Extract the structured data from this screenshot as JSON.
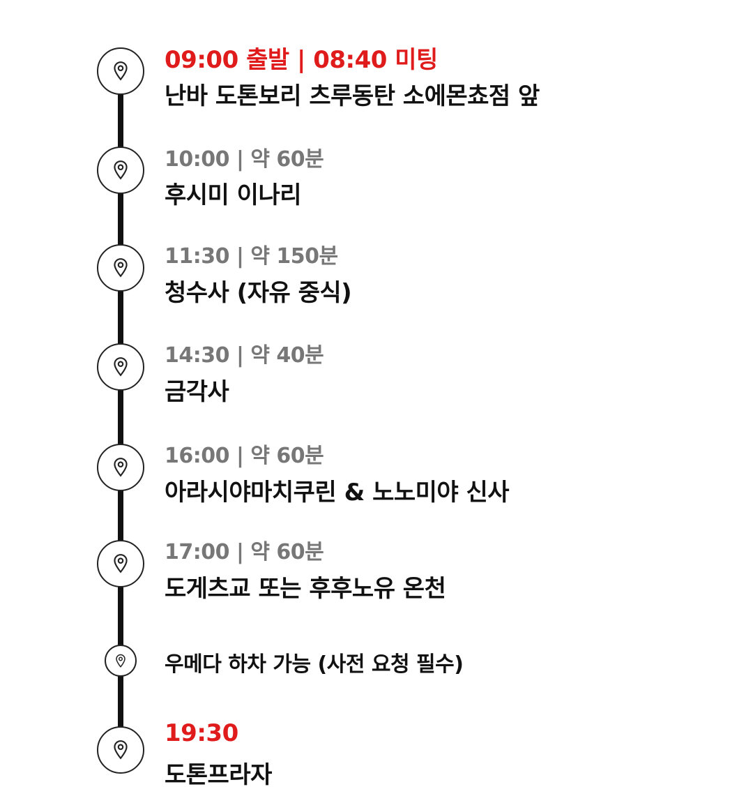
{
  "accent_color": "#e01b1b",
  "stops": [
    {
      "meta": "09:00 출발 | 08:40 미팅",
      "place": "난바 도톤보리 츠루동탄 소에몬쵸점 앞",
      "highlight": true,
      "icon": "location-pin-icon"
    },
    {
      "meta": "10:00 | 약 60분",
      "place": "후시미 이나리",
      "highlight": false,
      "icon": "location-pin-icon"
    },
    {
      "meta": "11:30 | 약 150분",
      "place": "청수사 (자유 중식)",
      "highlight": false,
      "icon": "location-pin-icon"
    },
    {
      "meta": "14:30 | 약 40분",
      "place": "금각사",
      "highlight": false,
      "icon": "location-pin-icon"
    },
    {
      "meta": "16:00 | 약 60분",
      "place": "아라시야마치쿠린 & 노노미야 신사",
      "highlight": false,
      "icon": "location-pin-icon"
    },
    {
      "meta": "17:00 | 약 60분",
      "place": "도게츠교 또는 후후노유 온천",
      "highlight": false,
      "icon": "location-pin-icon"
    },
    {
      "meta": "",
      "place": "우메다 하차 가능 (사전 요청 필수)",
      "highlight": false,
      "icon": "location-pin-icon"
    },
    {
      "meta": "19:30",
      "place": "도톤프라자",
      "highlight": true,
      "icon": "location-pin-icon"
    }
  ]
}
